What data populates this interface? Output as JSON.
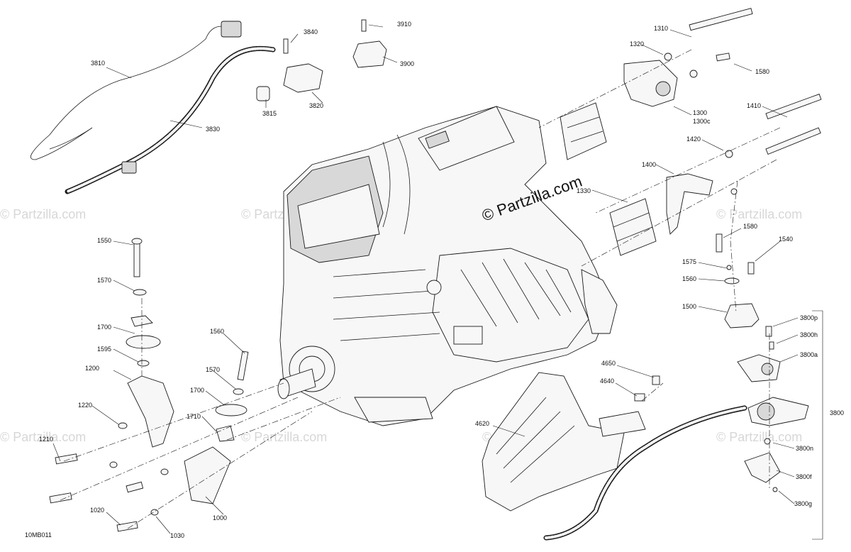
{
  "figure_id": "10MB011",
  "watermark_main": "© Partzilla.com",
  "watermark_faint": "© Partzilla.com",
  "labels": {
    "p3810": "3810",
    "p3830": "3830",
    "p3840": "3840",
    "p3815": "3815",
    "p3820": "3820",
    "p3910": "3910",
    "p3900": "3900",
    "p1310": "1310",
    "p1320": "1320",
    "p1580a": "1580",
    "p1300": "1300",
    "p1300c": "1300c",
    "p1410": "1410",
    "p1420": "1420",
    "p1400": "1400",
    "p1330": "1330",
    "p1580b": "1580",
    "p1540": "1540",
    "p1575": "1575",
    "p1560a": "1560",
    "p1500": "1500",
    "p3800p": "3800p",
    "p3800h": "3800h",
    "p3800a": "3800a",
    "p3800": "3800",
    "p3800n": "3800n",
    "p3800f": "3800f",
    "p3800g": "3800g",
    "p4650": "4650",
    "p4640": "4640",
    "p4620": "4620",
    "p1550": "1550",
    "p1570a": "1570",
    "p1700a": "1700",
    "p1595": "1595",
    "p1200": "1200",
    "p1220": "1220",
    "p1210": "1210",
    "p1020": "1020",
    "p1030": "1030",
    "p1560b": "1560",
    "p1570b": "1570",
    "p1700b": "1700",
    "p1710": "1710",
    "p1000": "1000"
  }
}
